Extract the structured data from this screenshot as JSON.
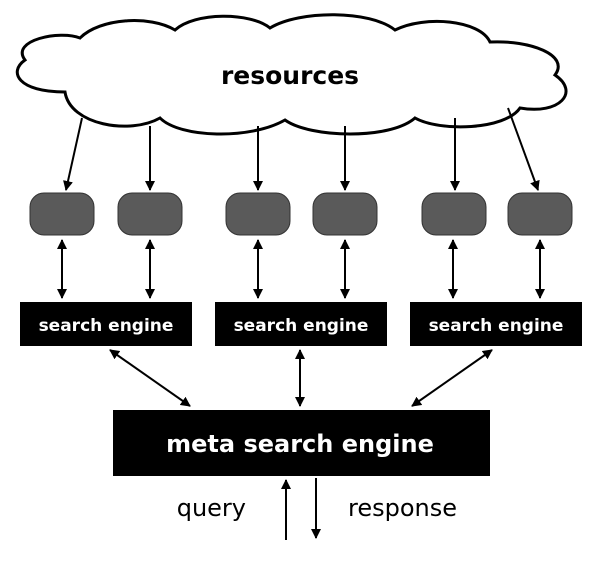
{
  "cloud": {
    "label": "resources"
  },
  "search_engines": [
    {
      "label": "search engine"
    },
    {
      "label": "search engine"
    },
    {
      "label": "search engine"
    }
  ],
  "meta_engine": {
    "label": "meta search engine"
  },
  "io": {
    "query_label": "query",
    "response_label": "response"
  },
  "colors": {
    "ink": "#000000",
    "cloud_fill": "#ffffff",
    "index_fill": "#5a5a5a",
    "box_fill": "#000000",
    "box_text": "#ffffff"
  }
}
